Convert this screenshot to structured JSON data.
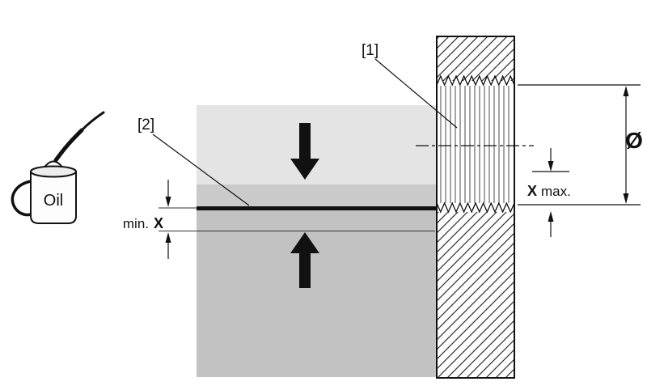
{
  "figure": {
    "oil_can": {
      "label": "Oil"
    },
    "callouts": {
      "c1": "[1]",
      "c2": "[2]"
    },
    "dimensions": {
      "min_label": "min.",
      "min_symbol": "X",
      "max_symbol": "X",
      "max_label": "max.",
      "diameter_symbol": "Ø"
    },
    "colors": {
      "block_upper": "#e4e4e4",
      "block_band": "#cacaca",
      "block_lower": "#c2c2c2",
      "adhesive": "#111111"
    }
  }
}
